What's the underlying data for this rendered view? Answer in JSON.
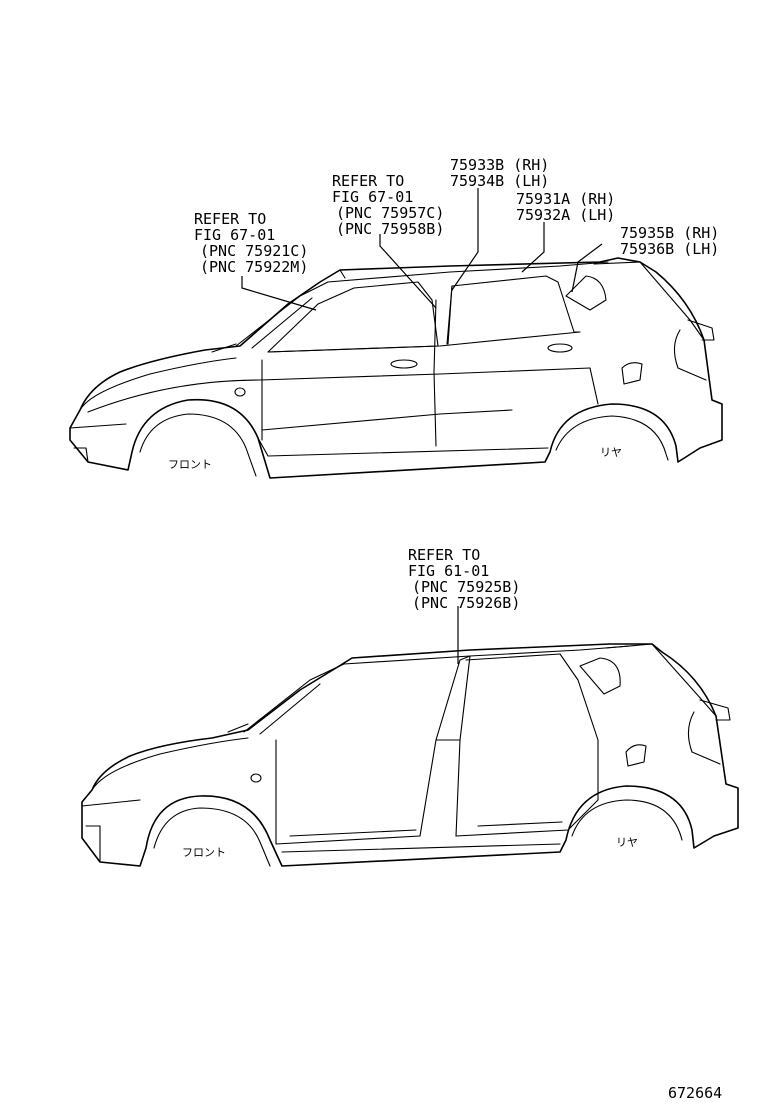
{
  "figure1": {
    "callouts": [
      {
        "lines": [
          "REFER TO",
          "FIG 67-01",
          "(PNC 75921C)",
          "(PNC 75922M)"
        ]
      },
      {
        "lines": [
          "REFER TO",
          "FIG 67-01",
          "(PNC 75957C)",
          "(PNC 75958B)"
        ]
      },
      {
        "lines": [
          "75933B (RH)",
          "75934B (LH)"
        ]
      },
      {
        "lines": [
          "75931A (RH)",
          "75932A (LH)"
        ]
      },
      {
        "lines": [
          "75935B (RH)",
          "75936B (LH)"
        ]
      }
    ],
    "front_label": "フロント",
    "rear_label": "リヤ"
  },
  "figure2": {
    "callouts": [
      {
        "lines": [
          "REFER TO",
          "FIG 61-01",
          "(PNC 75925B)",
          "(PNC 75926B)"
        ]
      }
    ],
    "front_label": "フロント",
    "rear_label": "リヤ"
  },
  "drawing_number": "672664"
}
